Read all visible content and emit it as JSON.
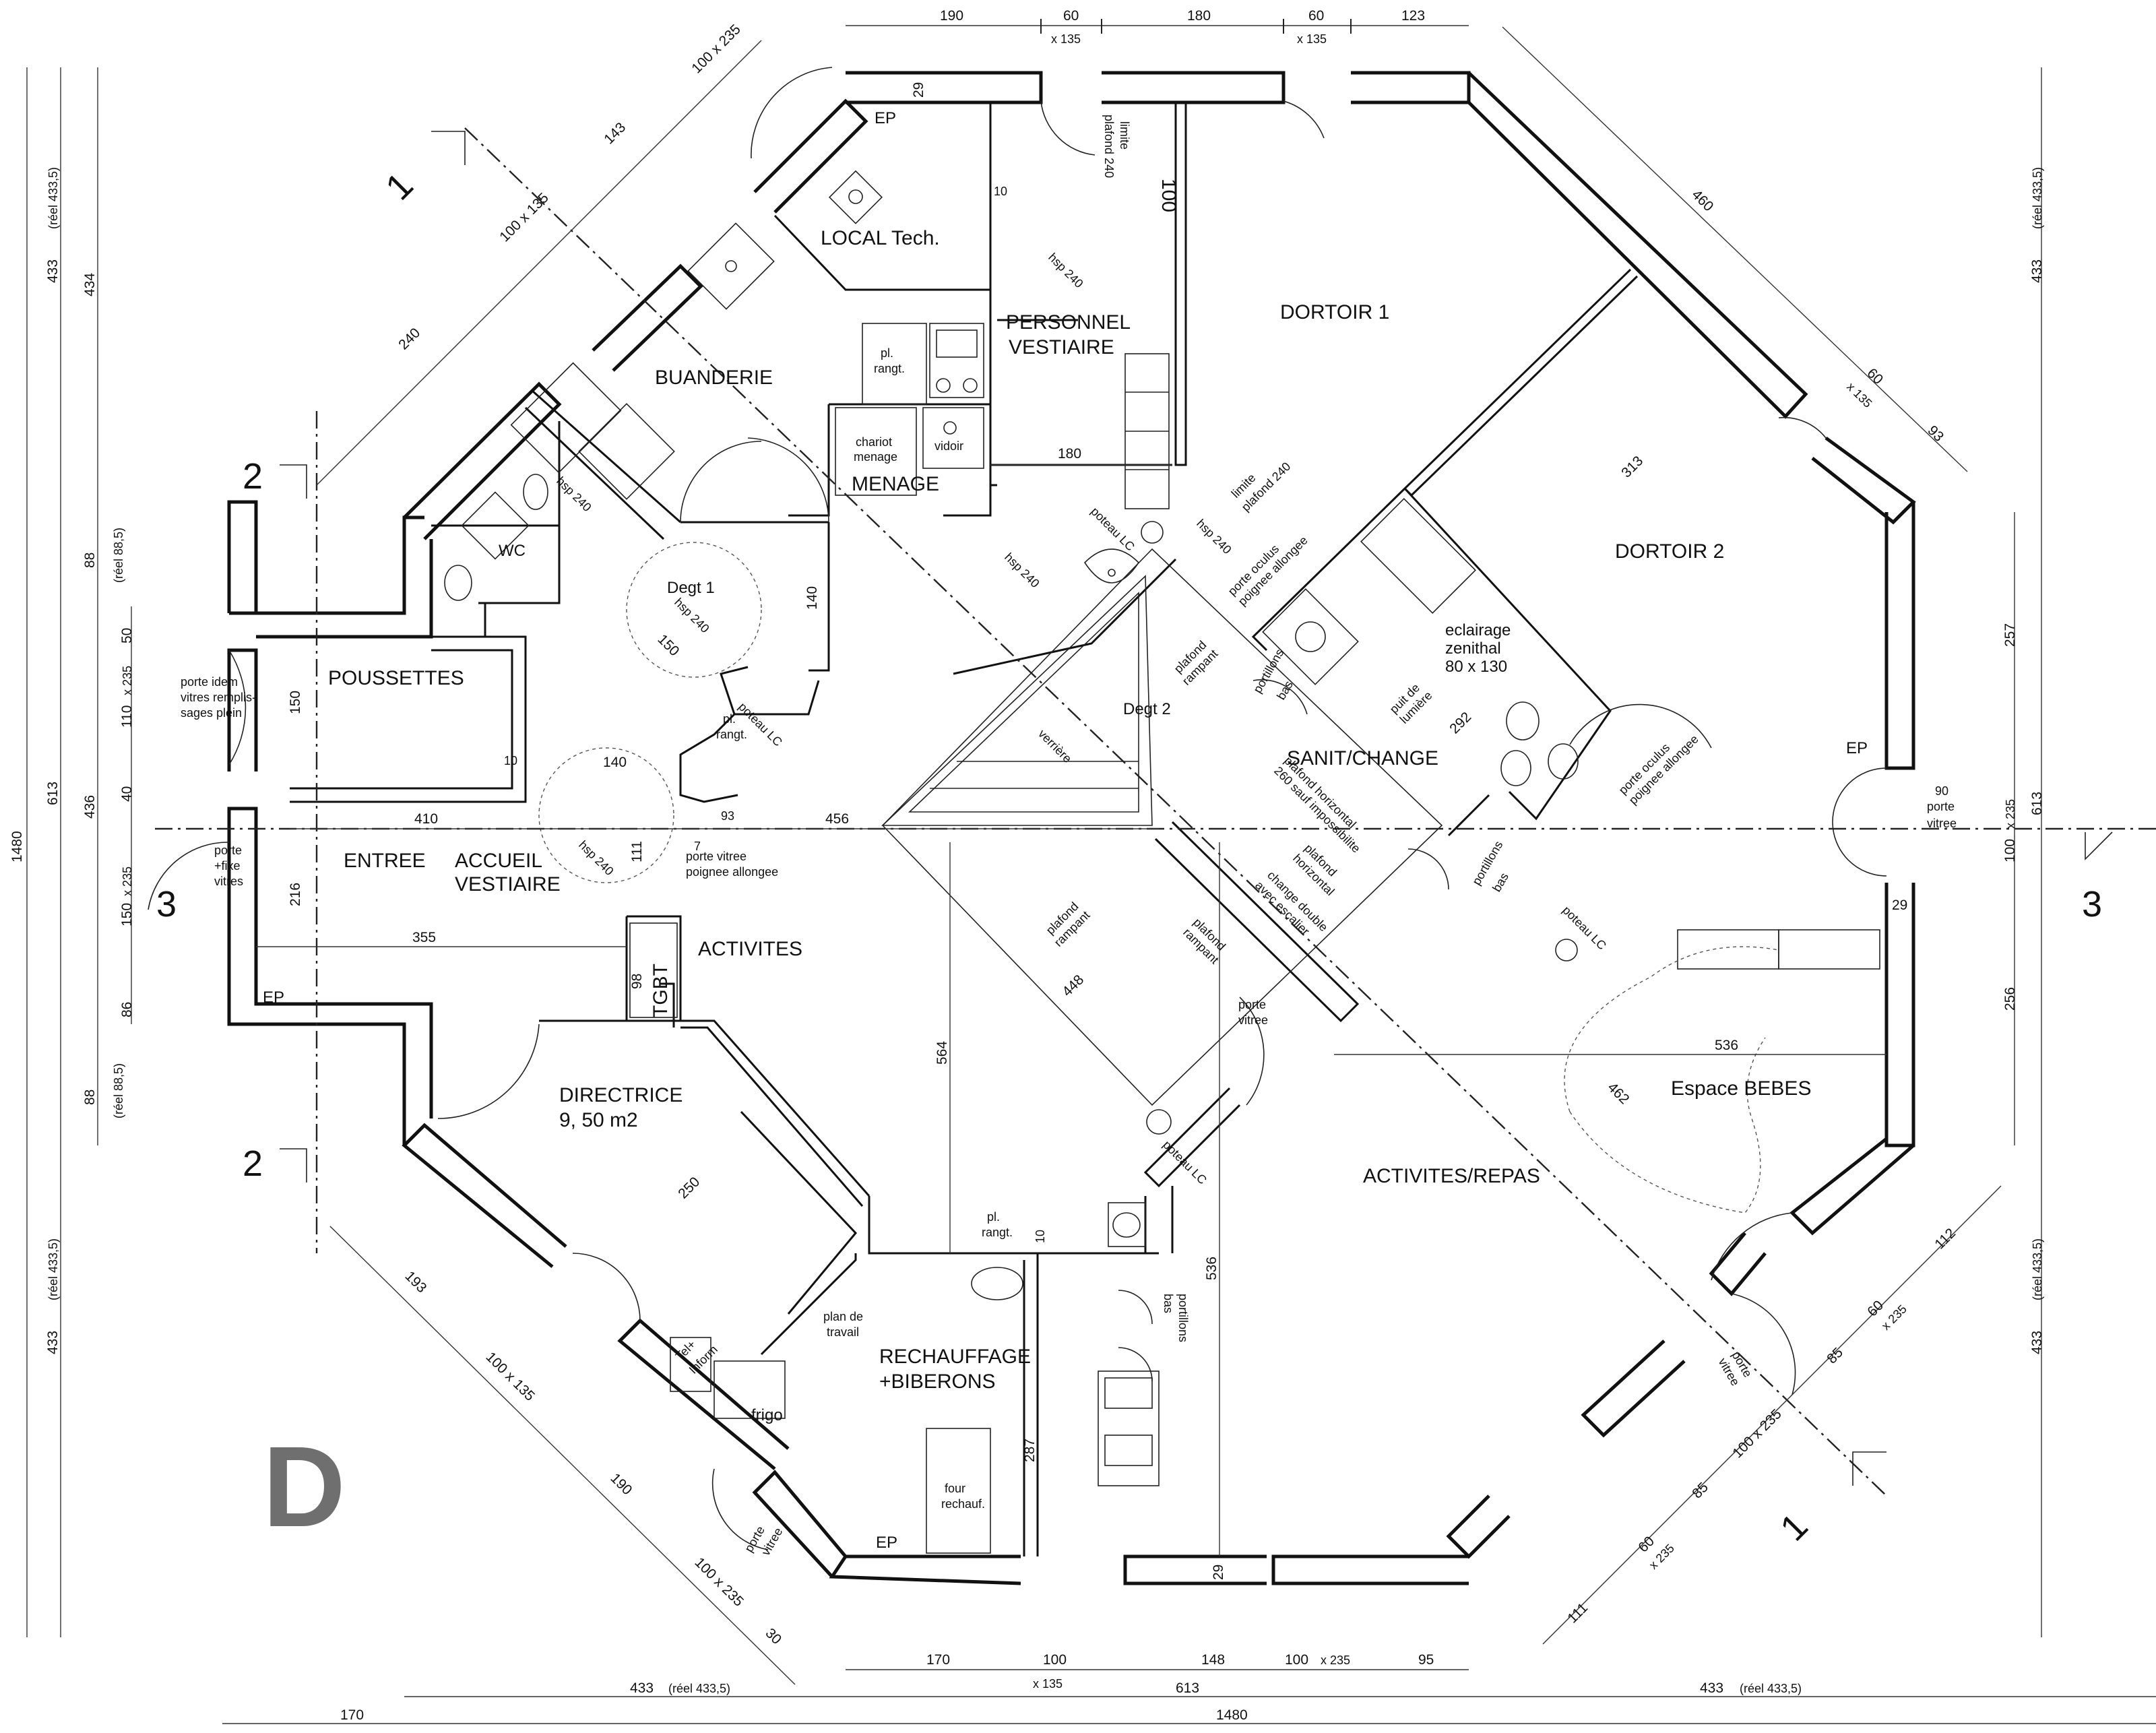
{
  "sheet": {
    "letter": "D"
  },
  "rooms": {
    "local_tech": "LOCAL Tech.",
    "personnel": "PERSONNEL",
    "vestiaire": "VESTIAIRE",
    "dortoir1": "DORTOIR 1",
    "dortoir2": "DORTOIR 2",
    "buanderie": "BUANDERIE",
    "menage": "MENAGE",
    "wc": "WC",
    "degt1": "Degt 1",
    "poussettes": "POUSSETTES",
    "entree": "ENTREE",
    "accueil": "ACCUEIL",
    "accueil_vestiaire": "VESTIAIRE",
    "activites": "ACTIVITES",
    "degt2": "Degt 2",
    "sanit": "SANIT/CHANGE",
    "directrice": "DIRECTRICE",
    "directrice_area": "9, 50 m2",
    "activites_repas": "ACTIVITES/REPAS",
    "espace_bebes": "Espace BEBES",
    "rechauffage": "RECHAUFFAGE",
    "biberons": "+BIBERONS",
    "tgbt": "TGBT"
  },
  "notes": {
    "ep": "EP",
    "chariot": "chariot",
    "menage_small": "menage",
    "vidoir": "vidoir",
    "pl_rangt": "pl.",
    "rangt": "rangt.",
    "poteau_lc": "poteau LC",
    "hsp240": "hsp 240",
    "limite": "limite",
    "plafond240": "plafond 240",
    "eclairage": "eclairage",
    "zenithal": "zenithal",
    "eclairage_size": "80 x 130",
    "puit": "puit de",
    "lumiere": "lumière",
    "verriere": "verrière",
    "plafond": "plafond",
    "rampant": "rampant",
    "porte_idem": "porte idem",
    "vitres_rempl": "vitres remplis-",
    "sages_plein": "sages plein",
    "porte_fixe_1": "porte",
    "porte_fixe_2": "+fixe",
    "porte_fixe_3": "vitres",
    "porte_vitree_1": "porte vitree",
    "porte_vitree_2": "poignee allongee",
    "porte_oculus_1": "porte oculus",
    "porte_oculus_2": "poignee allongee",
    "portillons": "portillons",
    "bas": "bas",
    "porte": "porte",
    "vitree": "vitree",
    "plafond_horiz": "plafond horizontal",
    "plafond_horiz_2": "260 sauf impossibilite",
    "change_double": "change double",
    "avec_escalier": "avec escalier",
    "horizontal": "horizontal",
    "tel_inform_1": "Tel+",
    "tel_inform_2": "Inform",
    "frigo": "frigo",
    "plan_travail_1": "plan de",
    "plan_travail_2": "travail",
    "four_1": "four",
    "four_2": "rechauf."
  },
  "dimensions": {
    "top": [
      "190",
      "60",
      "180",
      "60",
      "123"
    ],
    "top_sub": [
      "x 135",
      "x 135"
    ],
    "bottom_row1": [
      "170",
      "100",
      "148",
      "100",
      "95"
    ],
    "bottom_row1_sub": [
      "x 135",
      "x 235"
    ],
    "bottom_row2": [
      "433",
      "(réel 433,5)",
      "613",
      "433",
      "(réel 433,5)"
    ],
    "bottom_row3": [
      "170",
      "1480"
    ],
    "left_outer": "1480",
    "left_col2": [
      "433",
      "(réel 433,5)",
      "613",
      "433",
      "(réel 433,5)"
    ],
    "left_col3": [
      "434",
      "88",
      "(réel 88,5)",
      "436",
      "88",
      "(réel 88,5)"
    ],
    "left_col4": [
      "50",
      "110",
      "x 235",
      "40",
      "150",
      "x 235",
      "86"
    ],
    "right_col": [
      "433",
      "(réel 433,5)",
      "257",
      "613",
      "256",
      "433",
      "(réel 433,5)"
    ],
    "right_inner": [
      "100",
      "x 235"
    ],
    "diag_ul": [
      "240",
      "100 x 135",
      "143",
      "100 x 235"
    ],
    "diag_ll": [
      "193",
      "100 x 135",
      "190",
      "100 x 235",
      "30"
    ],
    "diag_ur": [
      "460",
      "60",
      "x 135",
      "93"
    ],
    "diag_lr": [
      "112",
      "60",
      "x 235",
      "85",
      "100 x 235",
      "85",
      "60",
      "x 235",
      "111"
    ],
    "interior": [
      "410",
      "456",
      "355",
      "140",
      "150",
      "216",
      "111",
      "98",
      "180",
      "140",
      "93",
      "564",
      "448",
      "536",
      "462",
      "313",
      "536",
      "287",
      "250",
      "150",
      "292",
      "100",
      "29",
      "10",
      "90",
      "7"
    ]
  },
  "section_marks": [
    "1",
    "2",
    "3"
  ]
}
